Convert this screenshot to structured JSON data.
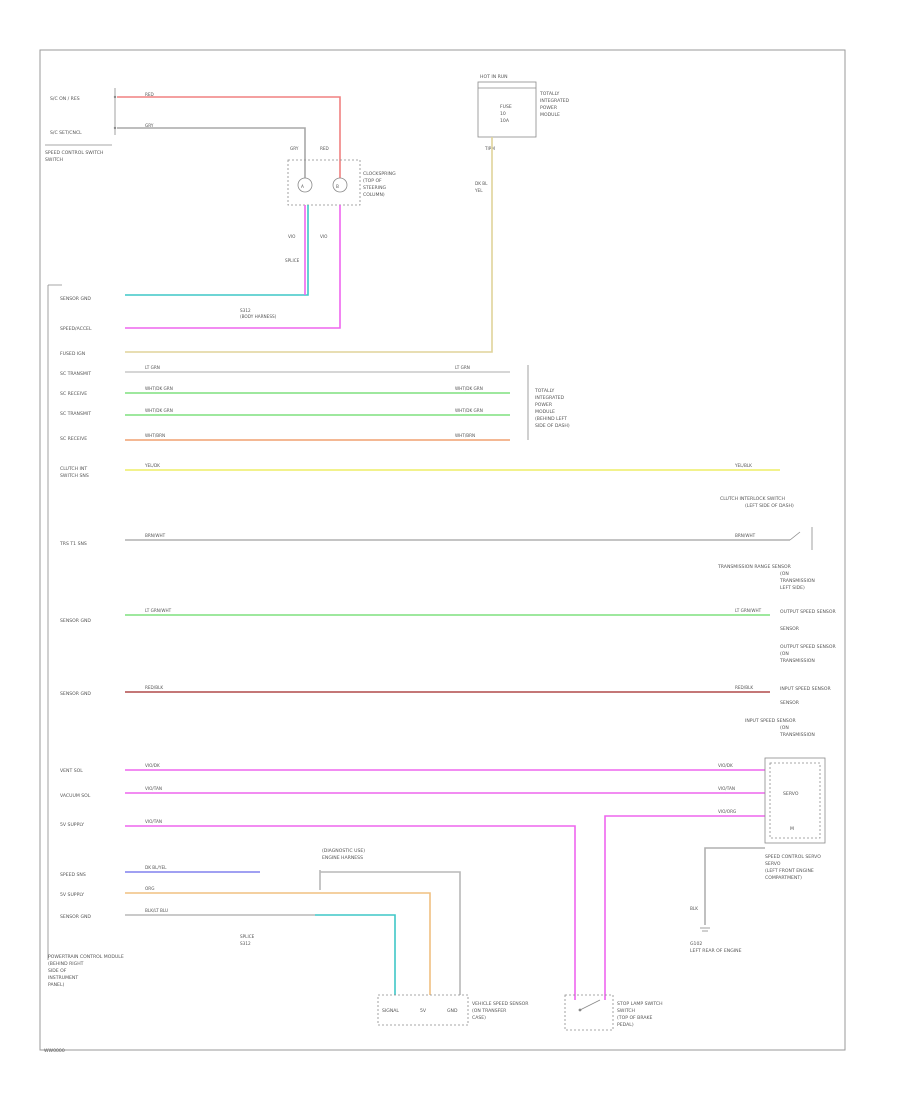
{
  "footer": {
    "code": "WW0000"
  },
  "colors": {
    "red": "#f08080",
    "gray": "#a0a0a0",
    "magenta": "#ee66ee",
    "cyan": "#3fc7c7",
    "tan": "#e0d49a",
    "green": "#7fe07f",
    "orange": "#f0a070",
    "yellow": "#eeee66",
    "darkred": "#b04a4a",
    "blue": "#8080ee",
    "lightorange": "#f0c080"
  },
  "labels": {
    "speed_control_switch": "SPEED CONTROL SWITCH",
    "clockspring": "CLOCKSPRING",
    "fuse_box": "FUSE",
    "pcm": "POWERTRAIN CONTROL MODULE",
    "speed_control_servo": "SPEED CONTROL SERVO",
    "stop_lamp_switch": "STOP LAMP SWITCH",
    "output_speed_sensor": "OUTPUT SPEED SENSOR",
    "input_speed_sensor": "INPUT SPEED SENSOR",
    "vehicle_speed_sensor": "VEHICLE SPEED SENSOR",
    "ground": "LEFT REAR OF ENGINE",
    "clutch_switch": "CLUTCH INTERLOCK SWITCH"
  }
}
